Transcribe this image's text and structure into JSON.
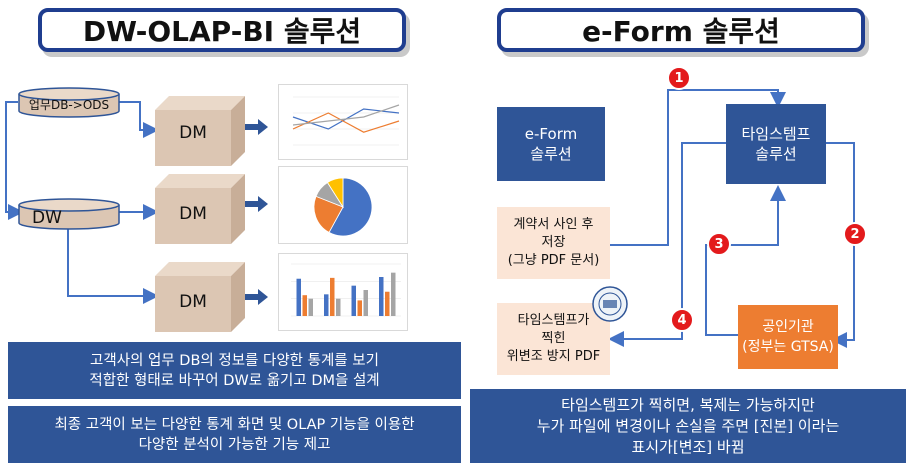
{
  "left": {
    "title": "DW-OLAP-BI 솔루션",
    "ods_label": "업무DB->ODS",
    "dw_label": "DW",
    "dm_label": "DM",
    "bars": [
      "고객사의 업무 DB의 정보를 다양한 통계를 보기\n적합한 형태로 바꾸어 DW로 옮기고 DM을 설계",
      "최종 고객이 보는 다양한 통계 화면 및 OLAP 기능을 이용한\n다양한 분석이 가능한 기능 제고"
    ]
  },
  "right": {
    "title": "e-Form 솔루션",
    "eform_box": "e-Form\n솔루션",
    "timestamp_box": "타임스템프\n솔루션",
    "contract_box": "계약서 사인 후\n저장\n(그냥 PDF 문서)",
    "stamped_box": "타임스템프가\n찍힌\n위변조 방지 PDF",
    "authority_box": "공인기관\n(정부는 GTSA)",
    "badges": [
      "1",
      "2",
      "3",
      "4"
    ],
    "bottom_bar": "타임스템프가 찍히면, 복제는 가능하지만\n누가 파일에 변경이나 손실을 주면 [진본] 이라는\n표시가[변조] 바뀜"
  },
  "colors": {
    "navy": "#2f5597",
    "title_border": "#1f3d8f",
    "peach": "#fbe5d6",
    "orange": "#ed7d31",
    "badge_red": "#e31a1c",
    "cube": "#dcc6b3",
    "line_blue": "#4472c4",
    "series_blue": "#4472c4",
    "series_orange": "#ed7d31",
    "series_gray": "#a5a5a5",
    "series_yellow": "#ffc000"
  },
  "chart_data": [
    {
      "type": "line",
      "x": [
        1,
        2,
        3,
        4
      ],
      "series": [
        {
          "values": [
            3.5,
            2.0,
            4.5,
            4.0
          ]
        },
        {
          "values": [
            2.0,
            4.0,
            1.6,
            3.0
          ]
        },
        {
          "values": [
            2.5,
            3.0,
            3.5,
            5.0
          ]
        }
      ],
      "ylim": [
        0,
        6
      ]
    },
    {
      "type": "pie",
      "values": [
        58,
        23,
        10,
        9
      ]
    },
    {
      "type": "bar",
      "categories": [
        "1",
        "2",
        "3",
        "4"
      ],
      "series": [
        {
          "values": [
            4.3,
            2.5,
            3.5,
            4.5
          ]
        },
        {
          "values": [
            2.4,
            4.4,
            1.8,
            2.8
          ]
        },
        {
          "values": [
            2.0,
            2.0,
            3.0,
            5.0
          ]
        }
      ],
      "ylim": [
        0,
        6
      ]
    }
  ]
}
